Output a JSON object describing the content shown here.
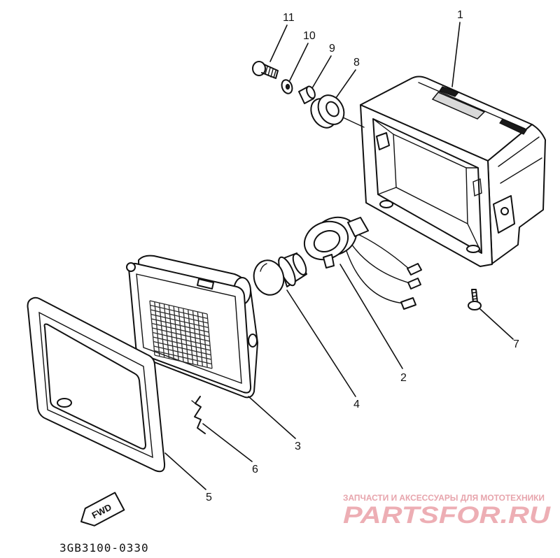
{
  "diagram": {
    "part_numbers": [
      "1",
      "2",
      "3",
      "4",
      "5",
      "6",
      "7",
      "8",
      "9",
      "10",
      "11"
    ],
    "fwd_label": "FWD",
    "drawing_number": "3GB3100-0330"
  },
  "watermark": {
    "tagline": "ЗАПЧАСТИ И АКСЕССУАРЫ ДЛЯ МОТОТЕХНИКИ",
    "logo_text": "PARTSFOR.RU",
    "color": "#e7a4ac"
  },
  "colors": {
    "line": "#111111",
    "background": "#ffffff"
  }
}
